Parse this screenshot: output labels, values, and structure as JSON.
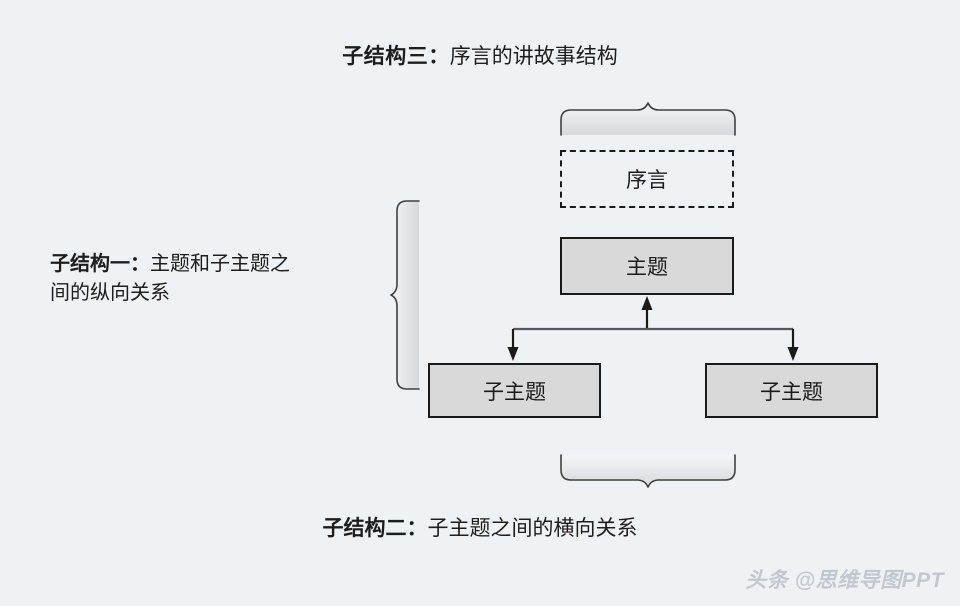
{
  "background_color": "#eff2f5",
  "diagram": {
    "type": "pyramid-structure-diagram",
    "labels": {
      "structure_three": {
        "prefix": "子结构三：",
        "text": "序言的讲故事结构"
      },
      "structure_one": {
        "prefix": "子结构一：",
        "text": "主题和子主题之\n间的纵向关系"
      },
      "structure_two": {
        "prefix": "子结构二：",
        "text": "子主题之间的横向关系"
      }
    },
    "nodes": {
      "preface": {
        "label": "序言",
        "style": "dashed",
        "fill": "none",
        "border": "#1a1a1a"
      },
      "topic": {
        "label": "主题",
        "style": "solid",
        "fill": "#d9d9d9",
        "border": "#1a1a1a"
      },
      "subtopic_left": {
        "label": "子主题",
        "style": "solid",
        "fill": "#d9d9d9",
        "border": "#1a1a1a"
      },
      "subtopic_right": {
        "label": "子主题",
        "style": "solid",
        "fill": "#d9d9d9",
        "border": "#1a1a1a"
      }
    },
    "braces": {
      "top": {
        "direction": "up",
        "covers": "preface"
      },
      "left": {
        "direction": "left",
        "covers": "topic-and-subtopics"
      },
      "bottom": {
        "direction": "down",
        "covers": "subtopics"
      }
    },
    "connectors": {
      "topic_up_arrow": "子主题 level → 主题",
      "subtopic_left_arrow": "horizontal bar → 子主题 (left)",
      "subtopic_right_arrow": "horizontal bar → 子主题 (right)"
    }
  },
  "watermark": {
    "text": "头条 @思维导图PPT",
    "color": "#c3c8cf"
  }
}
